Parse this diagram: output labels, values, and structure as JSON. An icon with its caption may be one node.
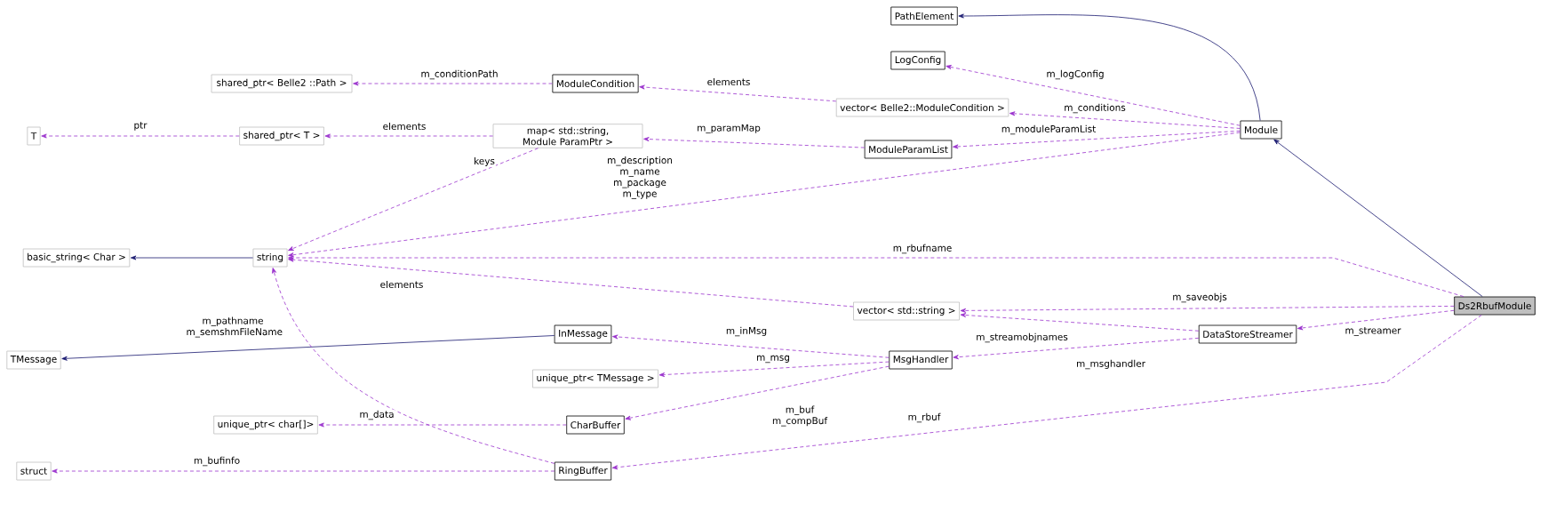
{
  "diagram": {
    "nodes": [
      {
        "text": [
          "PathElement"
        ]
      },
      {
        "text": [
          "LogConfig"
        ]
      },
      {
        "text": [
          "shared_ptr< Belle2 ::Path >"
        ]
      },
      {
        "text": [
          "ModuleCondition"
        ]
      },
      {
        "text": [
          "vector< Belle2::ModuleCondition >"
        ]
      },
      {
        "text": [
          "T"
        ]
      },
      {
        "text": [
          "shared_ptr< T >"
        ]
      },
      {
        "text": [
          "map< std::string, Module ParamPtr >"
        ]
      },
      {
        "text": [
          "Module"
        ]
      },
      {
        "text": [
          "ModuleParamList"
        ]
      },
      {
        "text": [
          "basic_string< Char >"
        ]
      },
      {
        "text": [
          "string"
        ]
      },
      {
        "text": [
          "vector< std::string >"
        ]
      },
      {
        "text": [
          "Ds2RbufModule"
        ]
      },
      {
        "text": [
          "DataStoreStreamer"
        ]
      },
      {
        "text": [
          "TMessage"
        ]
      },
      {
        "text": [
          "InMessage"
        ]
      },
      {
        "text": [
          "MsgHandler"
        ]
      },
      {
        "text": [
          "unique_ptr< TMessage >"
        ]
      },
      {
        "text": [
          "unique_ptr< char[]>"
        ]
      },
      {
        "text": [
          "CharBuffer"
        ]
      },
      {
        "text": [
          "struct"
        ]
      },
      {
        "text": [
          "RingBuffer"
        ]
      }
    ],
    "edges": [
      {
        "from": 8,
        "to": 0,
        "arrow": "to",
        "color": "#191970"
      },
      {
        "from": 13,
        "to": 8,
        "arrow": "to",
        "color": "#191970"
      },
      {
        "from": 11,
        "to": 10,
        "arrow": "to",
        "color": "#191970"
      },
      {
        "from": 16,
        "to": 15,
        "arrow": "to",
        "color": "#191970"
      },
      {
        "from": 8,
        "to": 1,
        "arrow": "to",
        "style": "dashed",
        "label": "m_logConfig"
      },
      {
        "from": 8,
        "to": 4,
        "arrow": "to",
        "style": "dashed",
        "label": "m_conditions"
      },
      {
        "from": 4,
        "to": 3,
        "arrow": "to",
        "style": "dashed",
        "label": "elements"
      },
      {
        "from": 3,
        "to": 2,
        "arrow": "to",
        "style": "dashed",
        "label": "m_conditionPath"
      },
      {
        "from": 8,
        "to": 9,
        "arrow": "to",
        "style": "dashed",
        "label": "m_moduleParamList"
      },
      {
        "from": 9,
        "to": 7,
        "arrow": "to",
        "style": "dashed",
        "label": "m_paramMap"
      },
      {
        "from": 7,
        "to": 6,
        "arrow": "to",
        "style": "dashed",
        "label": "elements"
      },
      {
        "from": 6,
        "to": 5,
        "arrow": "to",
        "style": "dashed",
        "label": "ptr"
      },
      {
        "from": 7,
        "to": 11,
        "arrow": "to",
        "style": "dashed",
        "label": "keys"
      },
      {
        "from": 8,
        "to": 11,
        "arrow": "to",
        "style": "dashed",
        "label": "m_description m_name m_package m_type"
      },
      {
        "from": 13,
        "to": 11,
        "arrow": "to",
        "style": "dashed",
        "label": "m_rbufname"
      },
      {
        "from": 12,
        "to": 11,
        "arrow": "to",
        "style": "dashed",
        "label": "elements"
      },
      {
        "from": 13,
        "to": 12,
        "arrow": "to",
        "style": "dashed",
        "label": "m_saveobjs"
      },
      {
        "from": 14,
        "to": 12,
        "arrow": "to",
        "style": "dashed",
        "label": "m_streamobjnames"
      },
      {
        "from": 13,
        "to": 14,
        "arrow": "to",
        "style": "dashed",
        "label": "m_streamer"
      },
      {
        "from": 14,
        "to": 17,
        "arrow": "to",
        "style": "dashed",
        "label": "m_msghandler"
      },
      {
        "from": 17,
        "to": 16,
        "arrow": "to",
        "style": "dashed",
        "label": "m_inMsg"
      },
      {
        "from": 17,
        "to": 18,
        "arrow": "to",
        "style": "dashed",
        "label": "m_msg"
      },
      {
        "from": 17,
        "to": 20,
        "arrow": "to",
        "style": "dashed",
        "label": "m_buf m_compBuf"
      },
      {
        "from": 20,
        "to": 19,
        "arrow": "to",
        "style": "dashed",
        "label": "m_data"
      },
      {
        "from": 22,
        "to": 11,
        "arrow": "to",
        "style": "dashed",
        "label": "m_pathname m_semshmFileName"
      },
      {
        "from": 22,
        "to": 21,
        "arrow": "to",
        "style": "dashed",
        "label": "m_bufinfo"
      },
      {
        "from": 13,
        "to": 22,
        "arrow": "to",
        "style": "dashed",
        "label": "m_rbuf"
      }
    ]
  }
}
